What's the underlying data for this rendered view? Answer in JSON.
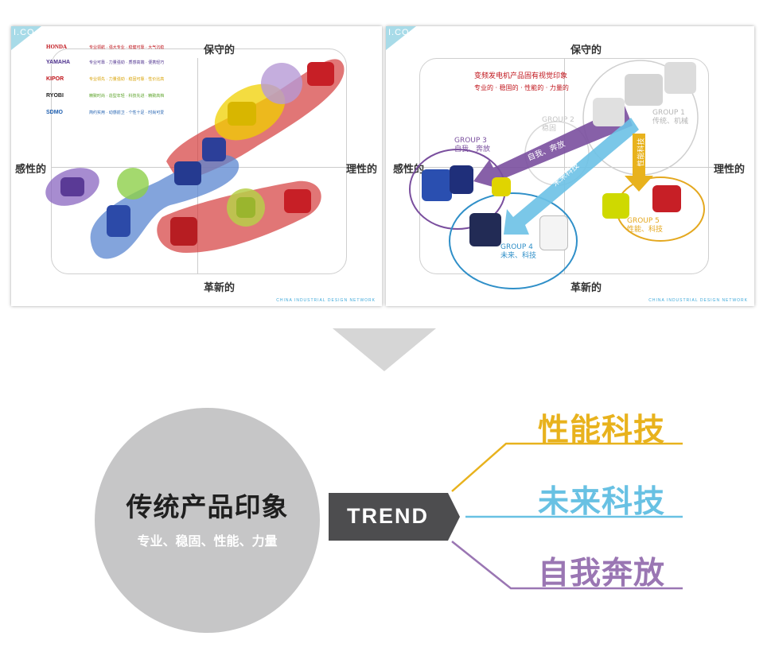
{
  "slides": {
    "left": {
      "corner": "I.CO",
      "axes": {
        "top": "保守的",
        "left": "感性的",
        "right": "理性的",
        "bottom": "革新的"
      },
      "brands": [
        {
          "logo": "HONDA",
          "desc": "专业领航 · 强大专业 · 稳健可靠 · 大气沉稳",
          "color": "#c0141b"
        },
        {
          "logo": "YAMAHA",
          "desc": "专业可靠 · 力量强劲 · 质感高端 · 便携轻巧",
          "color": "#4b2e8c"
        },
        {
          "logo": "KIPOR",
          "desc": "专业领先 · 力量强劲 · 稳固可靠 · 性价比高",
          "color": "#d8a100"
        },
        {
          "logo": "RYOBI",
          "desc": "精致时尚 · 造型年轻 · 科技先进 · 精致高档",
          "color": "#5aa227"
        },
        {
          "logo": "SDMO",
          "desc": "简约实用 · 动感前卫 · 个性十足 · 时尚可爱",
          "color": "#2060b0"
        }
      ],
      "footer": "CHINA INDUSTRIAL DESIGN NETWORK"
    },
    "right": {
      "corner": "I.CO",
      "title": "变频发电机产品固有视觉印象",
      "subtitle": "专业的 · 稳固的 · 性能的 · 力量的",
      "axes": {
        "top": "保守的",
        "left": "感性的",
        "right": "理性的",
        "bottom": "革新的"
      },
      "groups": [
        {
          "name": "GROUP 1",
          "desc": "传统、机械",
          "color": "#b5b5b5"
        },
        {
          "name": "GROUP 2",
          "desc": "稳固",
          "color": "#c4c4c4"
        },
        {
          "name": "GROUP 3",
          "desc": "自我、奔放",
          "color": "#7a4f9e"
        },
        {
          "name": "GROUP 4",
          "desc": "未来、科技",
          "color": "#2f8fc8"
        },
        {
          "name": "GROUP 5",
          "desc": "性能、科技",
          "color": "#e4a81f"
        }
      ],
      "arrows": {
        "purple": "自我、奔放",
        "blue": "未来科技",
        "yellow": "性能科技"
      },
      "footer": "CHINA INDUSTRIAL DESIGN NETWORK"
    }
  },
  "bottom": {
    "circle_title": "传统产品印象",
    "circle_subtitle": "专业、稳固、性能、力量",
    "trend_label": "TREND",
    "trends": [
      {
        "label": "性能科技",
        "color": "#e8b21d"
      },
      {
        "label": "未来科技",
        "color": "#68c1e3"
      },
      {
        "label": "自我奔放",
        "color": "#9a76b3"
      }
    ]
  }
}
